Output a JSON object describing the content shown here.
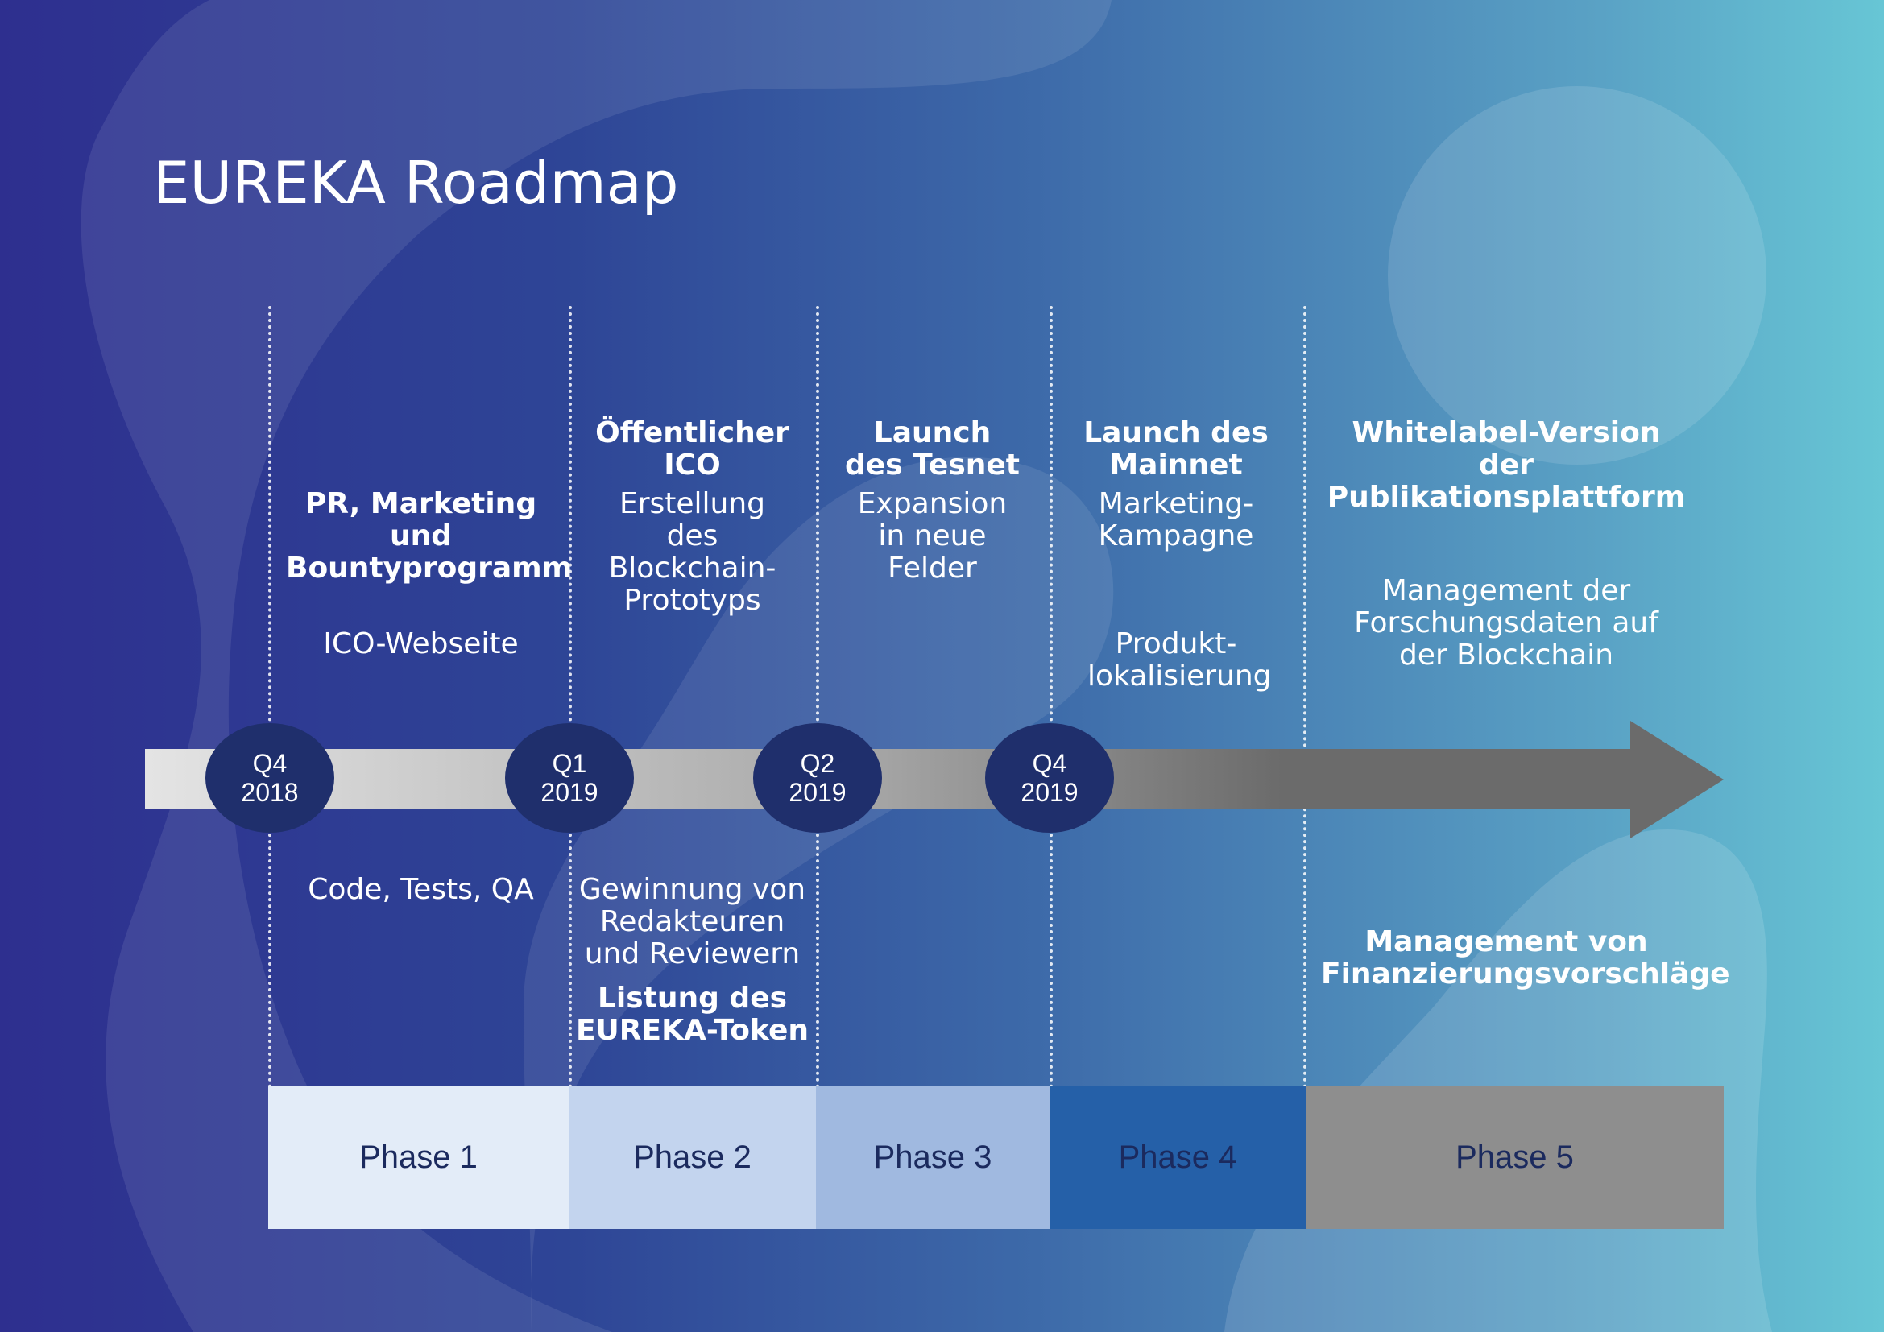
{
  "title": "EUREKA Roadmap",
  "milestones": [
    {
      "quarter": "Q4",
      "year": "2018"
    },
    {
      "quarter": "Q1",
      "year": "2019"
    },
    {
      "quarter": "Q2",
      "year": "2019"
    },
    {
      "quarter": "Q4",
      "year": "2019"
    }
  ],
  "phases": [
    {
      "label": "Phase 1",
      "color": "#e3ecf8"
    },
    {
      "label": "Phase 2",
      "color": "#c3d4ee"
    },
    {
      "label": "Phase 3",
      "color": "#a0b9e0"
    },
    {
      "label": "Phase 4",
      "color": "#2560a8"
    },
    {
      "label": "Phase 5",
      "color": "#8e8e8e"
    }
  ],
  "phase1": {
    "top_bold": "PR, Marketing und Bountyprogramm",
    "top": "ICO-Webseite",
    "bottom": "Code, Tests, QA"
  },
  "phase2": {
    "top_bold": "Öffentlicher ICO",
    "top": "Erstellung des Blockchain-Prototyps",
    "bottom": "Gewinnung von Redakteuren und Reviewern",
    "bottom_bold": "Listung des EUREKA-Token"
  },
  "phase3": {
    "top_bold": "Launch des Tesnet",
    "top": "Expansion in neue Felder"
  },
  "phase4": {
    "top_bold": "Launch des Mainnet",
    "top": "Marketing-Kampagne",
    "top2": "Produkt-lokalisierung"
  },
  "phase5": {
    "top_bold": "Whitelabel-Version der Publikationsplattform",
    "top": "Management der Forschungsdaten auf der Blockchain",
    "bottom_bold": "Management von Finanzierungsvorschläge"
  },
  "colors": {
    "milestone": "#1f2f6c",
    "arrow_start": "#e4e4e4",
    "arrow_end": "#6b6b6b"
  }
}
